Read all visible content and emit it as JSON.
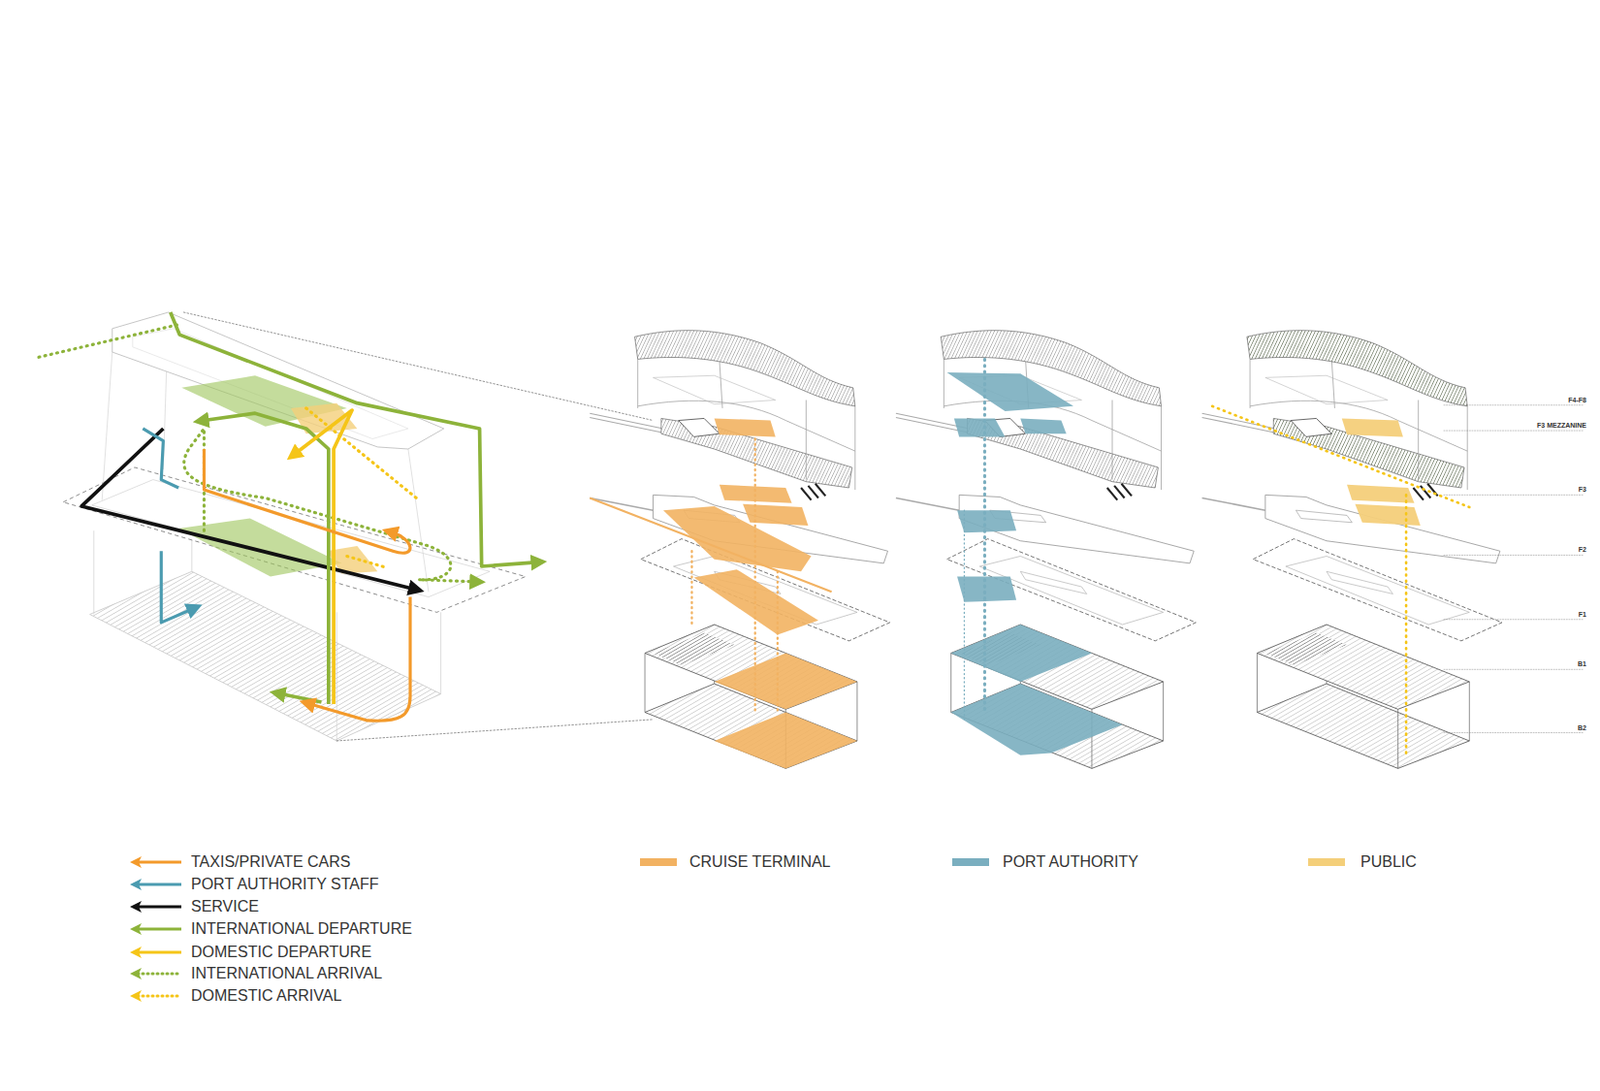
{
  "diagram": {
    "labels": [
      "F4-F8",
      "F3 MEZZANINE",
      "F3",
      "F2",
      "F1",
      "B1",
      "B2"
    ],
    "legend": [
      {
        "text": "TAXIS/PRIVATE CARS"
      },
      {
        "text": "PORT AUTHORITY STAFF"
      },
      {
        "text": "SERVICE"
      },
      {
        "text": "INTERNATIONAL DEPARTURE"
      },
      {
        "text": "DOMESTIC DEPARTURE"
      },
      {
        "text": "INTERNATIONAL ARRIVAL"
      },
      {
        "text": "DOMESTIC ARRIVAL"
      },
      {
        "text": "CRUISE TERMINAL",
        "color": "#f2b262"
      },
      {
        "text": "PORT AUTHORITY",
        "color": "#7aaebf"
      },
      {
        "text": "PUBLIC",
        "color": "#f4cf7a"
      }
    ]
  }
}
